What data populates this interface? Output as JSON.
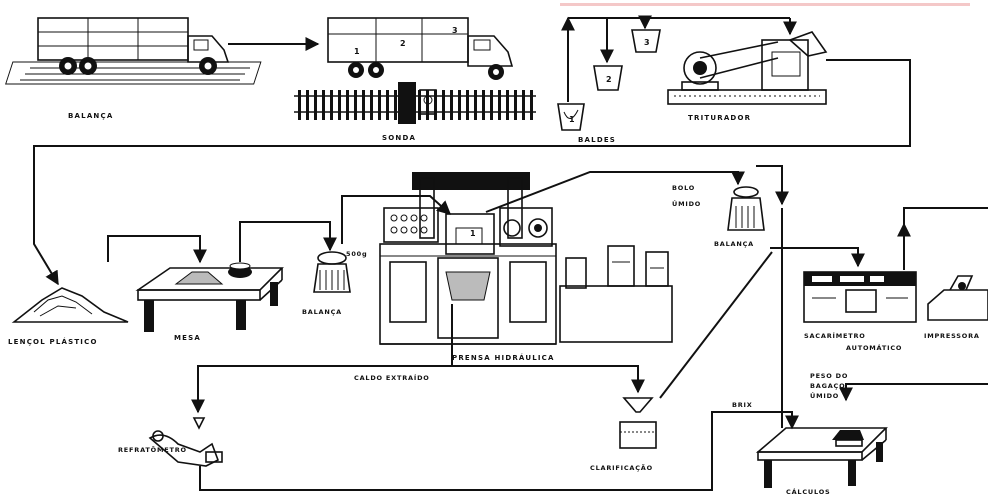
{
  "colors": {
    "ink": "#111111",
    "background": "#ffffff",
    "top_strip_accent": "#e06060"
  },
  "labels": {
    "balanca_1": "BALANÇA",
    "sonda": "SONDA",
    "baldes": "BALDES",
    "triturador": "TRITURADOR",
    "lencol": "LENÇOL PLÁSTICO",
    "mesa": "MESA",
    "balanca_2": "BALANÇA",
    "peso_500": "500g",
    "prensa": "PRENSA HIDRÁULICA",
    "caldo": "CALDO EXTRAÍDO",
    "bolo_1": "BOLO",
    "bolo_2": "ÚMIDO",
    "balanca_3": "BALANÇA",
    "sacarimetro_1": "SACARÍMETRO",
    "sacarimetro_2": "AUTOMÁTICO",
    "impressora": "IMPRESSORA",
    "peso_bagaco_1": "PESO DO",
    "peso_bagaco_2": "BAGAÇO",
    "peso_bagaco_3": "ÚMIDO",
    "brix": "BRIX",
    "clarificacao": "CLARIFICAÇÃO",
    "refratometro": "REFRATÔMETRO",
    "calculos": "CÁLCULOS"
  },
  "numbers": {
    "truck_sections": [
      "1",
      "2",
      "3"
    ],
    "buckets": [
      "1",
      "2",
      "3"
    ]
  }
}
